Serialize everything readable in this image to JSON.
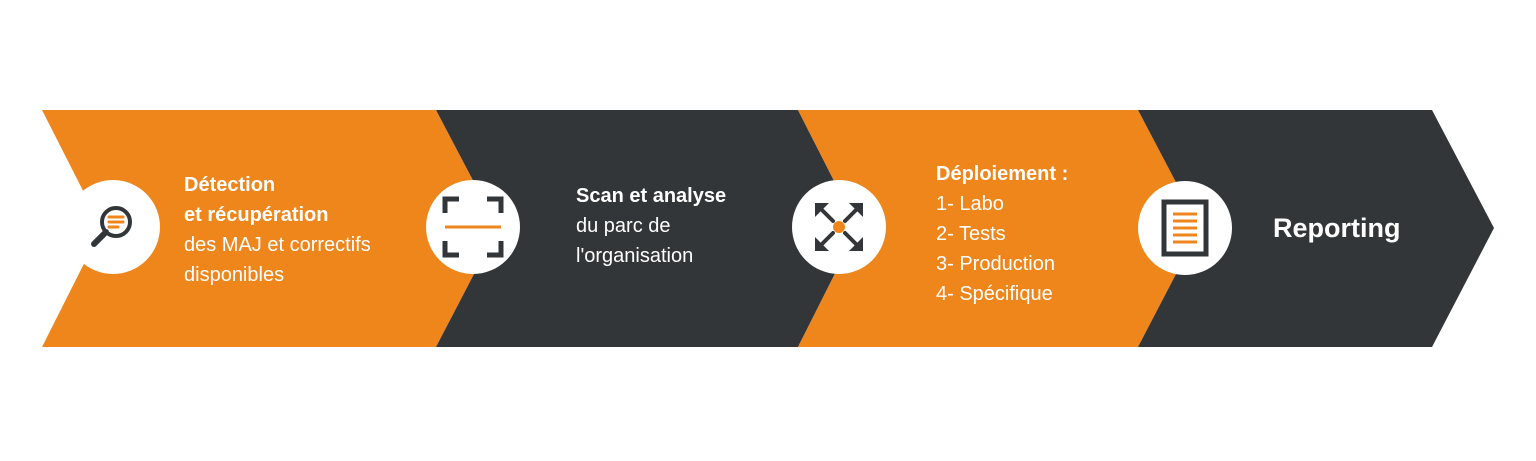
{
  "colors": {
    "orange": "#EE861C",
    "dark": "#333638",
    "white": "#FFFFFF"
  },
  "steps": [
    {
      "icon": "magnifier-document-icon",
      "title_lines": [
        "Détection",
        "et récupération"
      ],
      "body_lines": [
        "des MAJ et correctifs",
        "disponibles"
      ]
    },
    {
      "icon": "scan-frame-icon",
      "title_lines": [
        "Scan et analyse"
      ],
      "body_lines": [
        "du parc de",
        "l'organisation"
      ]
    },
    {
      "icon": "expand-arrows-icon",
      "title_lines": [
        "Déploiement :"
      ],
      "body_lines": [
        "1- Labo",
        "2- Tests",
        "3- Production",
        "4- Spécifique"
      ]
    },
    {
      "icon": "report-document-icon",
      "title_lines": [
        "Reporting"
      ],
      "body_lines": []
    }
  ]
}
